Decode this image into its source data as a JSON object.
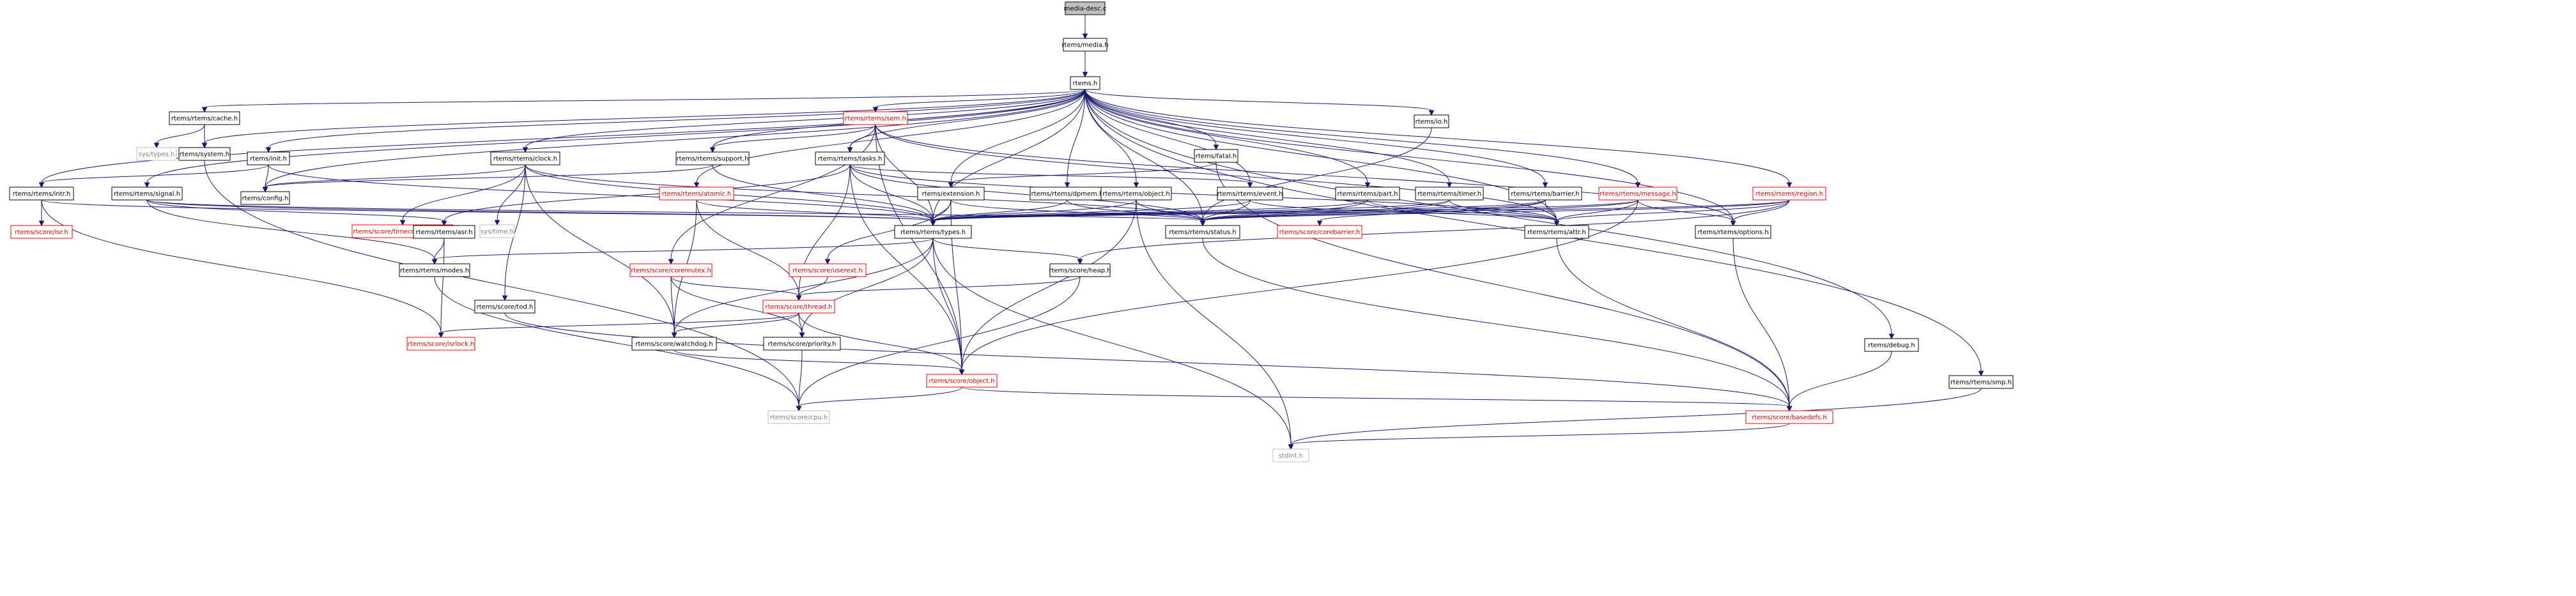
{
  "graph": {
    "root": "media-desc.c",
    "colors": {
      "edge": "#191970",
      "root_fill": "#bfbfbf",
      "node_fill": "#ffffff",
      "node_border": "#000000",
      "missing_border": "#bfbfbf",
      "text": "#000000",
      "red_text": "#ff0000",
      "missing_text": "#808080"
    },
    "nodes": [
      {
        "id": "n_media_desc",
        "label": "media-desc.c",
        "style": "root"
      },
      {
        "id": "n_media_h",
        "label": "rtems/media.h",
        "style": "normal"
      },
      {
        "id": "n_rtems_h",
        "label": "rtems.h",
        "style": "normal"
      },
      {
        "id": "n_cache",
        "label": "rtems/rtems/cache.h",
        "style": "normal"
      },
      {
        "id": "n_systypes",
        "label": "sys/types.h",
        "style": "missing"
      },
      {
        "id": "n_system",
        "label": "rtems/system.h",
        "style": "normal"
      },
      {
        "id": "n_init",
        "label": "rtems/init.h",
        "style": "normal"
      },
      {
        "id": "n_intr",
        "label": "rtems/rtems/intr.h",
        "style": "normal"
      },
      {
        "id": "n_signal",
        "label": "rtems/rtems/signal.h",
        "style": "normal"
      },
      {
        "id": "n_isr",
        "label": "rtems/score/isr.h",
        "style": "red"
      },
      {
        "id": "n_clock",
        "label": "rtems/rtems/clock.h",
        "style": "normal"
      },
      {
        "id": "n_config",
        "label": "rtems/config.h",
        "style": "normal"
      },
      {
        "id": "n_timecounter",
        "label": "rtems/score/timecounterimpl.h",
        "style": "red"
      },
      {
        "id": "n_systime",
        "label": "sys/time.h",
        "style": "missing"
      },
      {
        "id": "n_tod",
        "label": "rtems/score/tod.h",
        "style": "normal"
      },
      {
        "id": "n_sem",
        "label": "rtems/rtems/sem.h",
        "style": "red"
      },
      {
        "id": "n_support",
        "label": "rtems/rtems/support.h",
        "style": "normal"
      },
      {
        "id": "n_tasks",
        "label": "rtems/rtems/tasks.h",
        "style": "normal"
      },
      {
        "id": "n_atomic",
        "label": "rtems/rtems/atomic.h",
        "style": "red"
      },
      {
        "id": "n_coremutex",
        "label": "rtems/score/coremutex.h",
        "style": "red"
      },
      {
        "id": "n_extension",
        "label": "rtems/extension.h",
        "style": "normal"
      },
      {
        "id": "n_dpmem",
        "label": "rtems/rtems/dpmem.h",
        "style": "normal"
      },
      {
        "id": "n_object_r",
        "label": "rtems/rtems/object.h",
        "style": "normal"
      },
      {
        "id": "n_fatal",
        "label": "rtems/fatal.h",
        "style": "normal"
      },
      {
        "id": "n_event",
        "label": "rtems/rtems/event.h",
        "style": "normal"
      },
      {
        "id": "n_part",
        "label": "rtems/rtems/part.h",
        "style": "normal"
      },
      {
        "id": "n_timer",
        "label": "rtems/rtems/timer.h",
        "style": "normal"
      },
      {
        "id": "n_barrier",
        "label": "rtems/rtems/barrier.h",
        "style": "normal"
      },
      {
        "id": "n_message",
        "label": "rtems/rtems/message.h",
        "style": "red"
      },
      {
        "id": "n_region",
        "label": "rtems/rtems/region.h",
        "style": "red"
      },
      {
        "id": "n_io",
        "label": "rtems/io.h",
        "style": "normal"
      },
      {
        "id": "n_asr",
        "label": "rtems/rtems/asr.h",
        "style": "normal"
      },
      {
        "id": "n_types",
        "label": "rtems/rtems/types.h",
        "style": "normal"
      },
      {
        "id": "n_status",
        "label": "rtems/rtems/status.h",
        "style": "normal"
      },
      {
        "id": "n_corebarrier",
        "label": "rtems/score/corebarrier.h",
        "style": "red"
      },
      {
        "id": "n_attr",
        "label": "rtems/rtems/attr.h",
        "style": "normal"
      },
      {
        "id": "n_options",
        "label": "rtems/rtems/options.h",
        "style": "normal"
      },
      {
        "id": "n_modes",
        "label": "rtems/rtems/modes.h",
        "style": "normal"
      },
      {
        "id": "n_userext",
        "label": "rtems/score/userext.h",
        "style": "red"
      },
      {
        "id": "n_heap",
        "label": "rtems/score/heap.h",
        "style": "normal"
      },
      {
        "id": "n_thread",
        "label": "rtems/score/thread.h",
        "style": "red"
      },
      {
        "id": "n_isrlock",
        "label": "rtems/score/isrlock.h",
        "style": "red"
      },
      {
        "id": "n_watchdog",
        "label": "rtems/score/watchdog.h",
        "style": "normal"
      },
      {
        "id": "n_priority",
        "label": "rtems/score/priority.h",
        "style": "normal"
      },
      {
        "id": "n_object",
        "label": "rtems/score/object.h",
        "style": "red"
      },
      {
        "id": "n_cpu",
        "label": "rtems/score/cpu.h",
        "style": "missing"
      },
      {
        "id": "n_basedefs",
        "label": "rtems/score/basedefs.h",
        "style": "red"
      },
      {
        "id": "n_stdint",
        "label": "stdint.h",
        "style": "missing"
      },
      {
        "id": "n_debug",
        "label": "rtems/debug.h",
        "style": "normal"
      },
      {
        "id": "n_smp",
        "label": "rtems/rtems/smp.h",
        "style": "normal"
      }
    ],
    "edges": [
      [
        "n_media_desc",
        "n_media_h"
      ],
      [
        "n_media_h",
        "n_rtems_h"
      ],
      [
        "n_rtems_h",
        "n_cache"
      ],
      [
        "n_rtems_h",
        "n_system"
      ],
      [
        "n_rtems_h",
        "n_init"
      ],
      [
        "n_rtems_h",
        "n_intr"
      ],
      [
        "n_rtems_h",
        "n_signal"
      ],
      [
        "n_rtems_h",
        "n_clock"
      ],
      [
        "n_rtems_h",
        "n_config"
      ],
      [
        "n_rtems_h",
        "n_sem"
      ],
      [
        "n_rtems_h",
        "n_support"
      ],
      [
        "n_rtems_h",
        "n_tasks"
      ],
      [
        "n_rtems_h",
        "n_atomic"
      ],
      [
        "n_rtems_h",
        "n_extension"
      ],
      [
        "n_rtems_h",
        "n_dpmem"
      ],
      [
        "n_rtems_h",
        "n_object_r"
      ],
      [
        "n_rtems_h",
        "n_fatal"
      ],
      [
        "n_rtems_h",
        "n_event"
      ],
      [
        "n_rtems_h",
        "n_part"
      ],
      [
        "n_rtems_h",
        "n_timer"
      ],
      [
        "n_rtems_h",
        "n_barrier"
      ],
      [
        "n_rtems_h",
        "n_message"
      ],
      [
        "n_rtems_h",
        "n_region"
      ],
      [
        "n_rtems_h",
        "n_io"
      ],
      [
        "n_rtems_h",
        "n_types"
      ],
      [
        "n_rtems_h",
        "n_status"
      ],
      [
        "n_rtems_h",
        "n_attr"
      ],
      [
        "n_rtems_h",
        "n_options"
      ],
      [
        "n_rtems_h",
        "n_debug"
      ],
      [
        "n_rtems_h",
        "n_smp"
      ],
      [
        "n_cache",
        "n_systypes"
      ],
      [
        "n_cache",
        "n_system"
      ],
      [
        "n_system",
        "n_cpu"
      ],
      [
        "n_init",
        "n_config"
      ],
      [
        "n_init",
        "n_intr"
      ],
      [
        "n_init",
        "n_types"
      ],
      [
        "n_intr",
        "n_isr"
      ],
      [
        "n_intr",
        "n_isrlock"
      ],
      [
        "n_intr",
        "n_types"
      ],
      [
        "n_signal",
        "n_asr"
      ],
      [
        "n_signal",
        "n_modes"
      ],
      [
        "n_signal",
        "n_types"
      ],
      [
        "n_signal",
        "n_status"
      ],
      [
        "n_clock",
        "n_config"
      ],
      [
        "n_clock",
        "n_timecounter"
      ],
      [
        "n_clock",
        "n_systime"
      ],
      [
        "n_clock",
        "n_tod"
      ],
      [
        "n_clock",
        "n_watchdog"
      ],
      [
        "n_clock",
        "n_types"
      ],
      [
        "n_clock",
        "n_status"
      ],
      [
        "n_tod",
        "n_basedefs"
      ],
      [
        "n_sem",
        "n_support"
      ],
      [
        "n_sem",
        "n_tasks"
      ],
      [
        "n_sem",
        "n_coremutex"
      ],
      [
        "n_sem",
        "n_object"
      ],
      [
        "n_sem",
        "n_types"
      ],
      [
        "n_sem",
        "n_attr"
      ],
      [
        "n_sem",
        "n_options"
      ],
      [
        "n_support",
        "n_config"
      ],
      [
        "n_support",
        "n_types"
      ],
      [
        "n_tasks",
        "n_asr"
      ],
      [
        "n_tasks",
        "n_types"
      ],
      [
        "n_tasks",
        "n_status"
      ],
      [
        "n_tasks",
        "n_attr"
      ],
      [
        "n_tasks",
        "n_thread"
      ],
      [
        "n_tasks",
        "n_object"
      ],
      [
        "n_tasks",
        "n_event"
      ],
      [
        "n_atomic",
        "n_types"
      ],
      [
        "n_atomic",
        "n_thread"
      ],
      [
        "n_atomic",
        "n_watchdog"
      ],
      [
        "n_coremutex",
        "n_thread"
      ],
      [
        "n_coremutex",
        "n_watchdog"
      ],
      [
        "n_coremutex",
        "n_priority"
      ],
      [
        "n_extension",
        "n_types"
      ],
      [
        "n_extension",
        "n_status"
      ],
      [
        "n_extension",
        "n_userext"
      ],
      [
        "n_extension",
        "n_object"
      ],
      [
        "n_dpmem",
        "n_types"
      ],
      [
        "n_dpmem",
        "n_status"
      ],
      [
        "n_object_r",
        "n_types"
      ],
      [
        "n_object_r",
        "n_status"
      ],
      [
        "n_object_r",
        "n_object"
      ],
      [
        "n_object_r",
        "n_stdint"
      ],
      [
        "n_fatal",
        "n_extension"
      ],
      [
        "n_fatal",
        "n_basedefs"
      ],
      [
        "n_event",
        "n_types"
      ],
      [
        "n_event",
        "n_status"
      ],
      [
        "n_event",
        "n_attr"
      ],
      [
        "n_part",
        "n_types"
      ],
      [
        "n_part",
        "n_status"
      ],
      [
        "n_part",
        "n_attr"
      ],
      [
        "n_timer",
        "n_types"
      ],
      [
        "n_timer",
        "n_status"
      ],
      [
        "n_timer",
        "n_attr"
      ],
      [
        "n_barrier",
        "n_types"
      ],
      [
        "n_barrier",
        "n_status"
      ],
      [
        "n_barrier",
        "n_attr"
      ],
      [
        "n_barrier",
        "n_corebarrier"
      ],
      [
        "n_message",
        "n_types"
      ],
      [
        "n_message",
        "n_status"
      ],
      [
        "n_message",
        "n_attr"
      ],
      [
        "n_message",
        "n_options"
      ],
      [
        "n_message",
        "n_object"
      ],
      [
        "n_region",
        "n_types"
      ],
      [
        "n_region",
        "n_status"
      ],
      [
        "n_region",
        "n_attr"
      ],
      [
        "n_region",
        "n_options"
      ],
      [
        "n_region",
        "n_heap"
      ],
      [
        "n_io",
        "n_status"
      ],
      [
        "n_asr",
        "n_modes"
      ],
      [
        "n_asr",
        "n_isrlock"
      ],
      [
        "n_types",
        "n_modes"
      ],
      [
        "n_types",
        "n_heap"
      ],
      [
        "n_types",
        "n_object"
      ],
      [
        "n_types",
        "n_priority"
      ],
      [
        "n_types",
        "n_watchdog"
      ],
      [
        "n_types",
        "n_stdint"
      ],
      [
        "n_status",
        "n_basedefs"
      ],
      [
        "n_attr",
        "n_basedefs"
      ],
      [
        "n_options",
        "n_basedefs"
      ],
      [
        "n_modes",
        "n_cpu"
      ],
      [
        "n_userext",
        "n_thread"
      ],
      [
        "n_heap",
        "n_thread"
      ],
      [
        "n_heap",
        "n_cpu"
      ],
      [
        "n_thread",
        "n_isrlock"
      ],
      [
        "n_thread",
        "n_watchdog"
      ],
      [
        "n_thread",
        "n_priority"
      ],
      [
        "n_thread",
        "n_object"
      ],
      [
        "n_watchdog",
        "n_object"
      ],
      [
        "n_priority",
        "n_cpu"
      ],
      [
        "n_object",
        "n_cpu"
      ],
      [
        "n_object",
        "n_basedefs"
      ],
      [
        "n_basedefs",
        "n_stdint"
      ],
      [
        "n_debug",
        "n_basedefs"
      ],
      [
        "n_smp",
        "n_stdint"
      ]
    ]
  }
}
